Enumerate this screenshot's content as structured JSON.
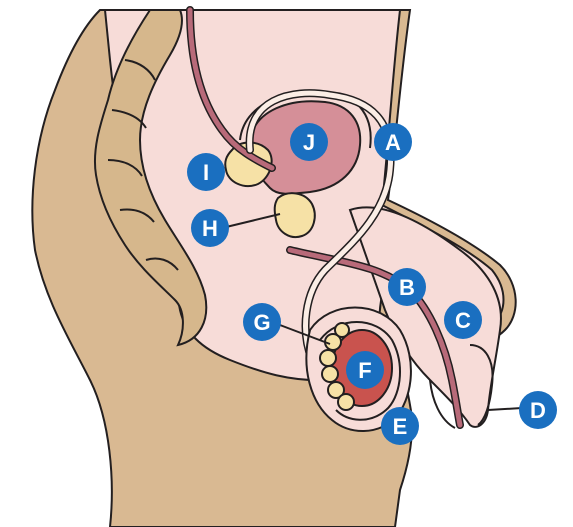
{
  "colors": {
    "label_circle": "#1a6fc0",
    "label_text": "#ffffff",
    "outline": "#231f20",
    "body_fill": "#d9b992",
    "skin_fill": "#f7dcd8",
    "bowel_fill": "#d6b78c",
    "bladder_fill": "#d58f98",
    "testis_fill": "#c9534e",
    "tube_fill": "#b86a79",
    "gland_fill": "#f6e1a6"
  },
  "labels": [
    {
      "id": "A",
      "text": "A"
    },
    {
      "id": "B",
      "text": "B"
    },
    {
      "id": "C",
      "text": "C"
    },
    {
      "id": "D",
      "text": "D"
    },
    {
      "id": "E",
      "text": "E"
    },
    {
      "id": "F",
      "text": "F"
    },
    {
      "id": "G",
      "text": "G"
    },
    {
      "id": "H",
      "text": "H"
    },
    {
      "id": "I",
      "text": "I"
    },
    {
      "id": "J",
      "text": "J"
    }
  ]
}
